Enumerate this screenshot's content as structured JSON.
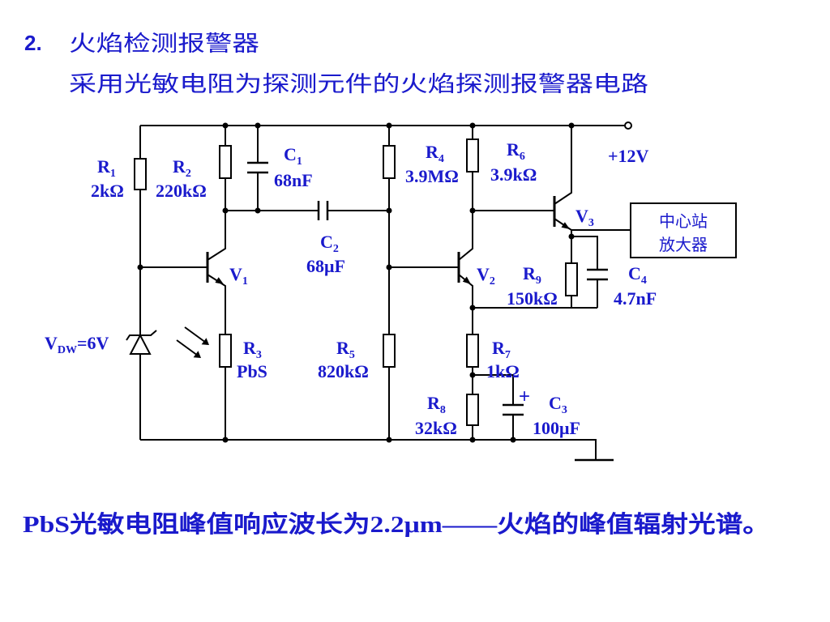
{
  "header": {
    "number": "2.",
    "title": "火焰检测报警器",
    "subtitle": "采用光敏电阻为探测元件的火焰探测报警器电路"
  },
  "circuit": {
    "supply": "+12V",
    "resistors": {
      "R1": {
        "letter": "R",
        "sub": "1",
        "value": "2kΩ"
      },
      "R2": {
        "letter": "R",
        "sub": "2",
        "value": "220kΩ"
      },
      "R3": {
        "letter": "R",
        "sub": "3",
        "value": "PbS"
      },
      "R4": {
        "letter": "R",
        "sub": "4",
        "value": "3.9MΩ"
      },
      "R5": {
        "letter": "R",
        "sub": "5",
        "value": "820kΩ"
      },
      "R6": {
        "letter": "R",
        "sub": "6",
        "value": "3.9kΩ"
      },
      "R7": {
        "letter": "R",
        "sub": "7",
        "value": "1kΩ"
      },
      "R8": {
        "letter": "R",
        "sub": "8",
        "value": "32kΩ"
      },
      "R9": {
        "letter": "R",
        "sub": "9",
        "value": "150kΩ"
      }
    },
    "capacitors": {
      "C1": {
        "letter": "C",
        "sub": "1",
        "value": "68nF"
      },
      "C2": {
        "letter": "C",
        "sub": "2",
        "value": "68μF"
      },
      "C3": {
        "letter": "C",
        "sub": "3",
        "value": "100μF",
        "polarity": "+"
      },
      "C4": {
        "letter": "C",
        "sub": "4",
        "value": "4.7nF"
      }
    },
    "transistors": {
      "V1": {
        "letter": "V",
        "sub": "1"
      },
      "V2": {
        "letter": "V",
        "sub": "2"
      },
      "V3": {
        "letter": "V",
        "sub": "3"
      }
    },
    "zener": {
      "letter": "V",
      "sub": "DW",
      "value": "=6V"
    },
    "output_box": {
      "line1": "中心站",
      "line2": "放大器"
    }
  },
  "footer": "PbS光敏电阻峰值响应波长为2.2μm——火焰的峰值辐射光谱。",
  "colors": {
    "text": "#1a1acc",
    "wire": "#000000",
    "background": "#ffffff"
  }
}
